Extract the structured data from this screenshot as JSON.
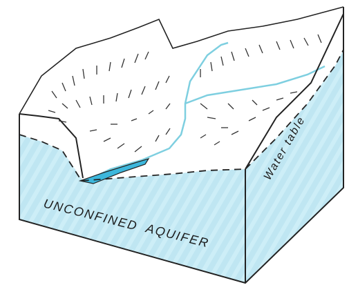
{
  "labels": {
    "aquifer_word1": "UNCONFINED",
    "aquifer_word2": "AQUIFER",
    "water_table": "Water table"
  },
  "colors": {
    "aquifer_fill": "#bfe6f2",
    "aquifer_stripe": "#cdeef7",
    "stream": "#7ecfe0",
    "pool": "#3cb7dc",
    "outline": "#222222",
    "land": "#ffffff"
  }
}
